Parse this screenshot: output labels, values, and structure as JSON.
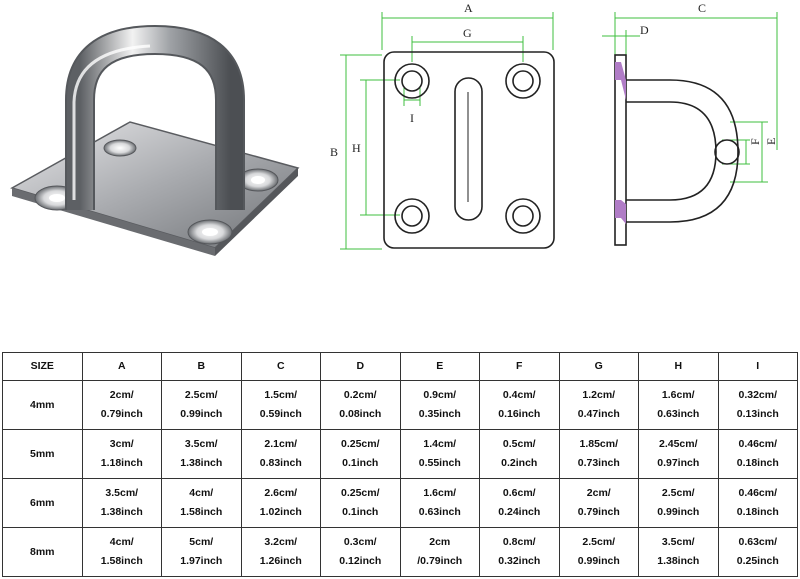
{
  "diagram": {
    "labels": {
      "A": "A",
      "B": "B",
      "C": "C",
      "D": "D",
      "E": "E",
      "F": "F",
      "G": "G",
      "H": "H",
      "I": "I"
    }
  },
  "table": {
    "headers": [
      "SIZE",
      "A",
      "B",
      "C",
      "D",
      "E",
      "F",
      "G",
      "H",
      "I"
    ],
    "rows": [
      {
        "size": "4mm",
        "cells": [
          [
            "2cm/",
            "0.79inch"
          ],
          [
            "2.5cm/",
            "0.99inch"
          ],
          [
            "1.5cm/",
            "0.59inch"
          ],
          [
            "0.2cm/",
            "0.08inch"
          ],
          [
            "0.9cm/",
            "0.35inch"
          ],
          [
            "0.4cm/",
            "0.16inch"
          ],
          [
            "1.2cm/",
            "0.47inch"
          ],
          [
            "1.6cm/",
            "0.63inch"
          ],
          [
            "0.32cm/",
            "0.13inch"
          ]
        ]
      },
      {
        "size": "5mm",
        "cells": [
          [
            "3cm/",
            "1.18inch"
          ],
          [
            "3.5cm/",
            "1.38inch"
          ],
          [
            "2.1cm/",
            "0.83inch"
          ],
          [
            "0.25cm/",
            "0.1inch"
          ],
          [
            "1.4cm/",
            "0.55inch"
          ],
          [
            "0.5cm/",
            "0.2inch"
          ],
          [
            "1.85cm/",
            "0.73inch"
          ],
          [
            "2.45cm/",
            "0.97inch"
          ],
          [
            "0.46cm/",
            "0.18inch"
          ]
        ]
      },
      {
        "size": "6mm",
        "cells": [
          [
            "3.5cm/",
            "1.38inch"
          ],
          [
            "4cm/",
            "1.58inch"
          ],
          [
            "2.6cm/",
            "1.02inch"
          ],
          [
            "0.25cm/",
            "0.1inch"
          ],
          [
            "1.6cm/",
            "0.63inch"
          ],
          [
            "0.6cm/",
            "0.24inch"
          ],
          [
            "2cm/",
            "0.79inch"
          ],
          [
            "2.5cm/",
            "0.99inch"
          ],
          [
            "0.46cm/",
            "0.18inch"
          ]
        ]
      },
      {
        "size": "8mm",
        "cells": [
          [
            "4cm/",
            "1.58inch"
          ],
          [
            "5cm/",
            "1.97inch"
          ],
          [
            "3.2cm/",
            "1.26inch"
          ],
          [
            "0.3cm/",
            "0.12inch"
          ],
          [
            "2cm",
            "/0.79inch"
          ],
          [
            "0.8cm/",
            "0.32inch"
          ],
          [
            "2.5cm/",
            "0.99inch"
          ],
          [
            "3.5cm/",
            "1.38inch"
          ],
          [
            "0.63cm/",
            "0.25inch"
          ]
        ]
      }
    ]
  },
  "colors": {
    "dimension": "#3fbf3f",
    "outline": "#222222",
    "accent": "#b07cc6",
    "border": "#333333"
  }
}
